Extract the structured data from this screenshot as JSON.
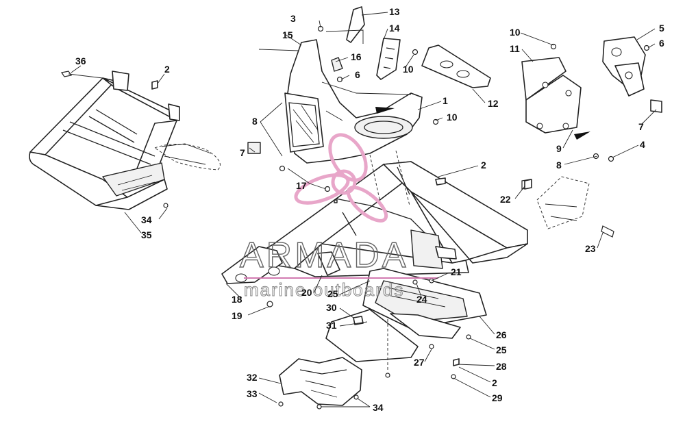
{
  "callouts": [
    {
      "n": "1"
    },
    {
      "n": "2"
    },
    {
      "n": "2"
    },
    {
      "n": "2"
    },
    {
      "n": "3"
    },
    {
      "n": "4"
    },
    {
      "n": "5"
    },
    {
      "n": "6"
    },
    {
      "n": "6"
    },
    {
      "n": "7"
    },
    {
      "n": "7"
    },
    {
      "n": "8"
    },
    {
      "n": "8"
    },
    {
      "n": "9"
    },
    {
      "n": "10"
    },
    {
      "n": "10"
    },
    {
      "n": "10"
    },
    {
      "n": "11"
    },
    {
      "n": "12"
    },
    {
      "n": "13"
    },
    {
      "n": "14"
    },
    {
      "n": "15"
    },
    {
      "n": "16"
    },
    {
      "n": "17"
    },
    {
      "n": "18"
    },
    {
      "n": "19"
    },
    {
      "n": "20"
    },
    {
      "n": "21"
    },
    {
      "n": "22"
    },
    {
      "n": "23"
    },
    {
      "n": "24"
    },
    {
      "n": "25"
    },
    {
      "n": "25"
    },
    {
      "n": "26"
    },
    {
      "n": "27"
    },
    {
      "n": "28"
    },
    {
      "n": "29"
    },
    {
      "n": "30"
    },
    {
      "n": "31"
    },
    {
      "n": "32"
    },
    {
      "n": "33"
    },
    {
      "n": "34"
    },
    {
      "n": "34"
    },
    {
      "n": "35"
    },
    {
      "n": "36"
    }
  ],
  "watermark": {
    "title": "ARMADA",
    "subtitle": "marine outboards",
    "logo_color": "#e8a6c9"
  }
}
